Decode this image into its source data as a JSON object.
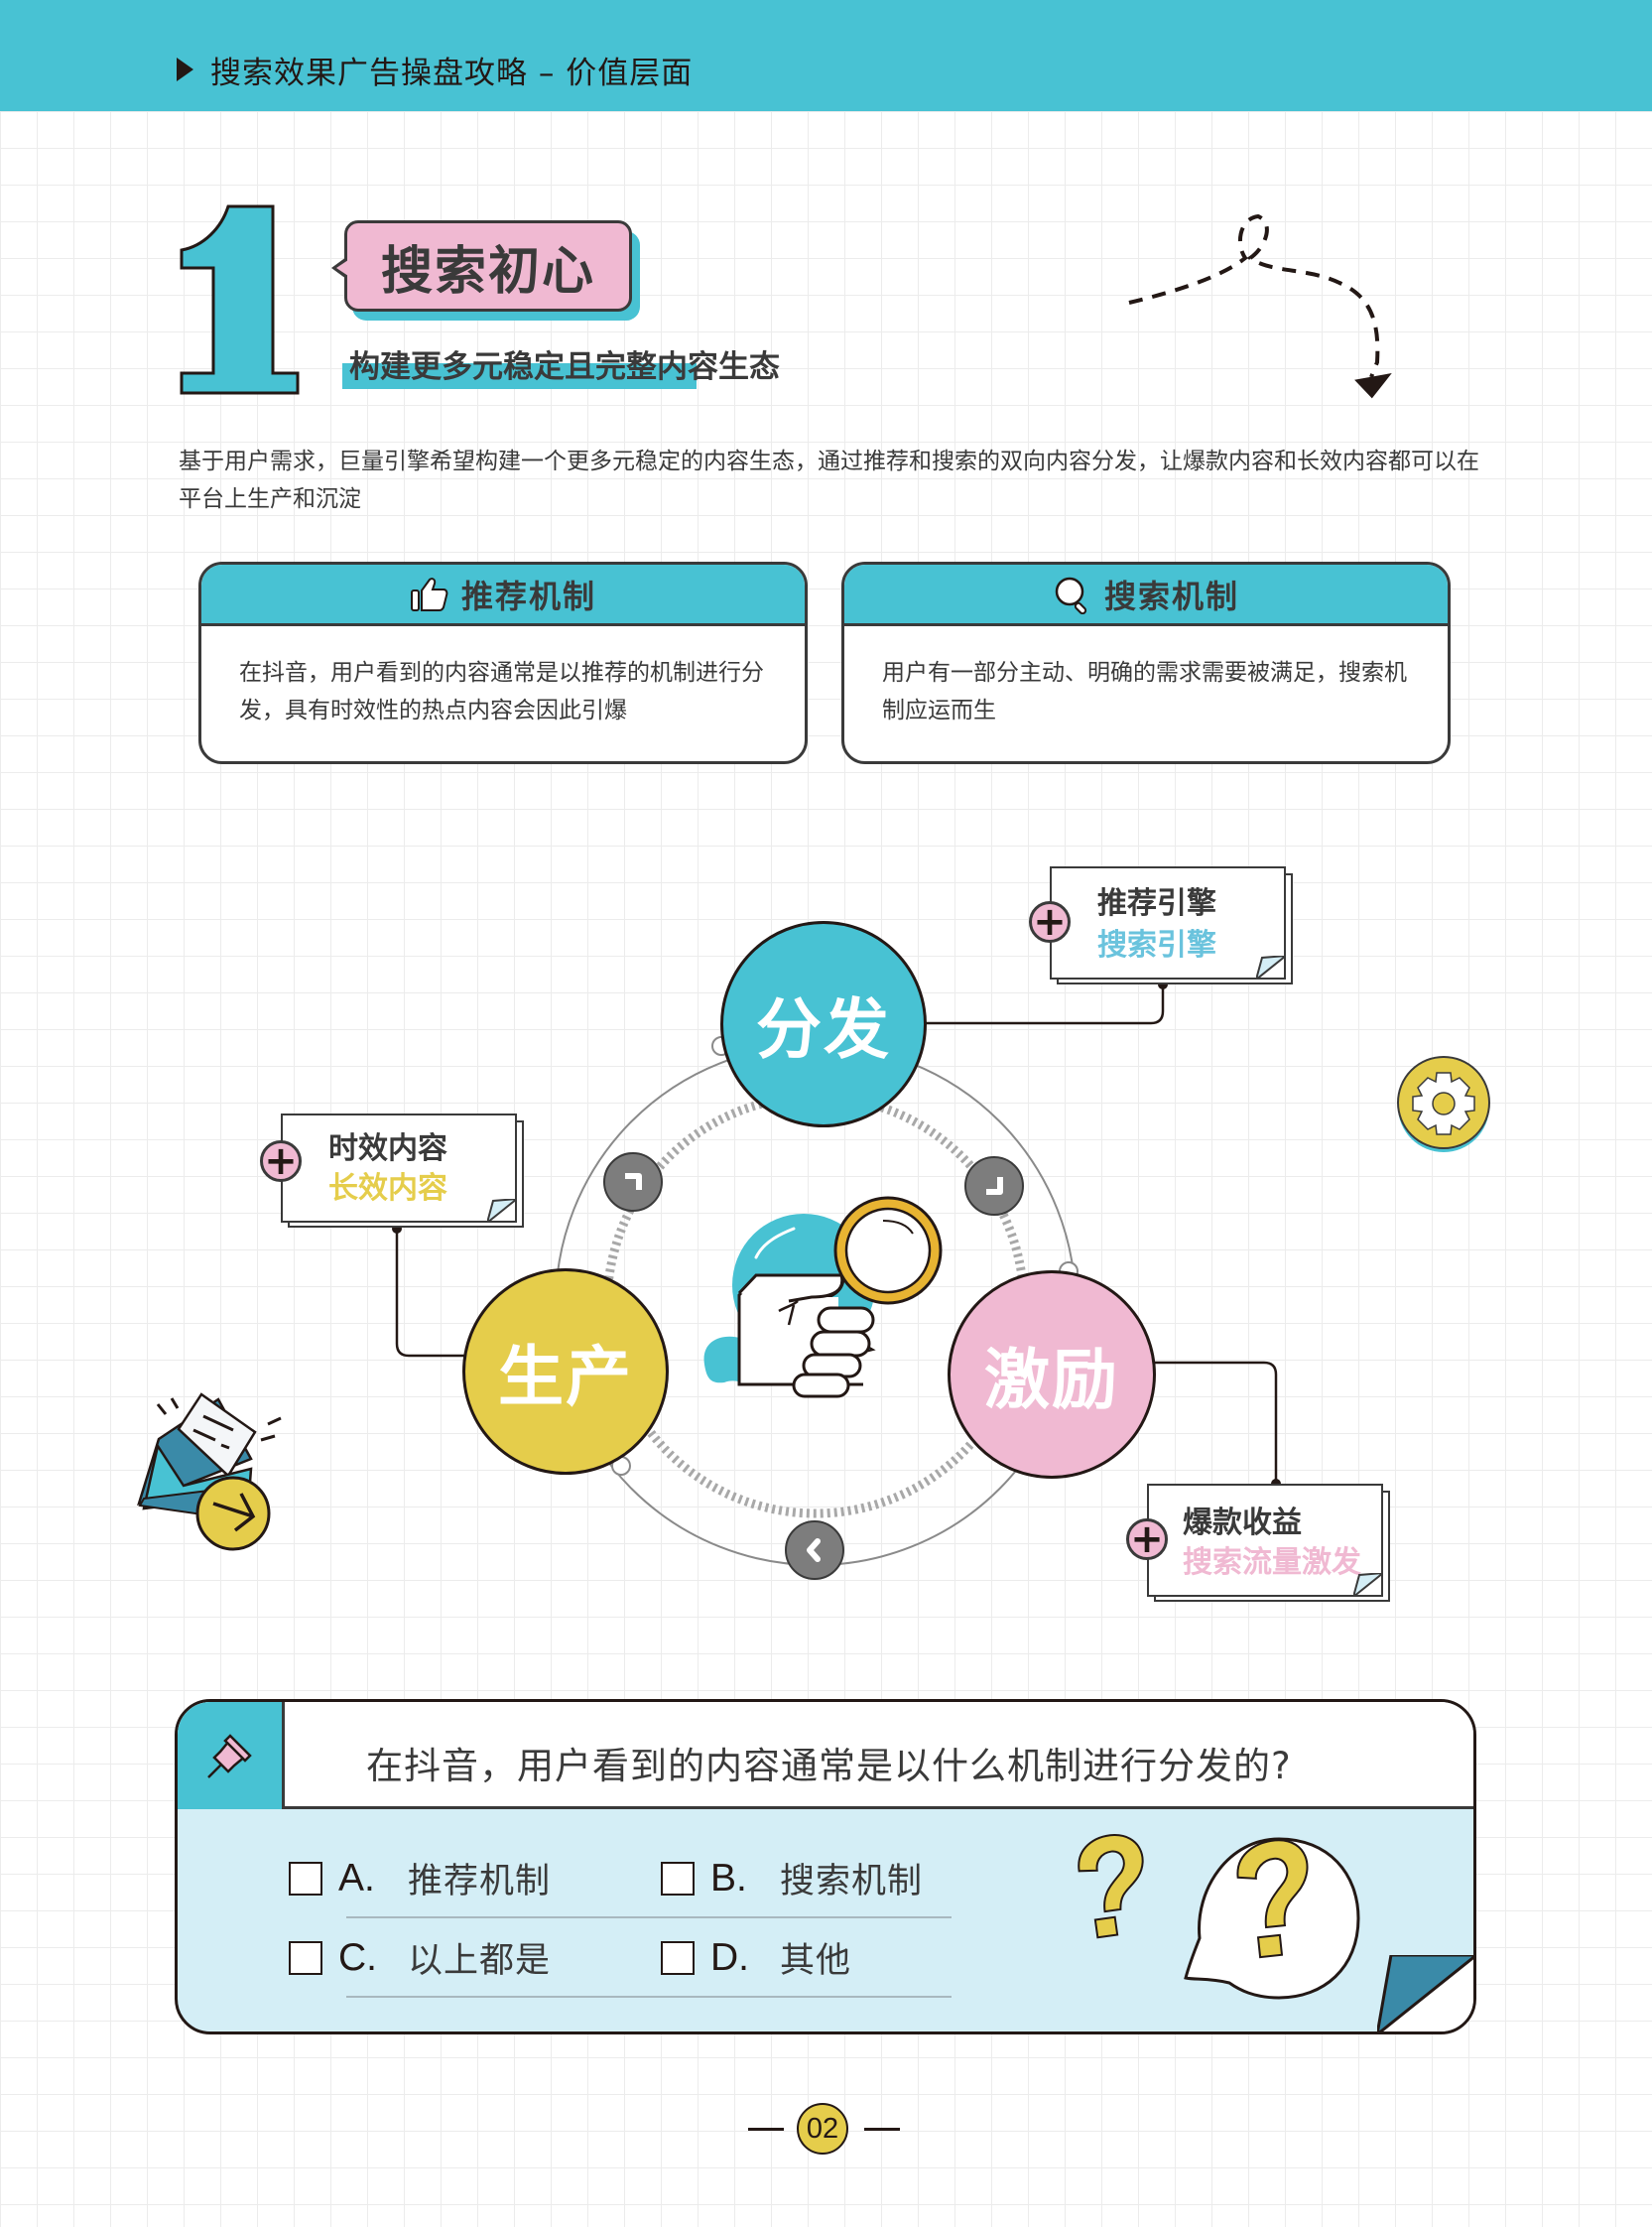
{
  "header": {
    "title": "搜索效果广告操盘攻略 – 价值层面",
    "bar_color": "#48c2d3"
  },
  "section": {
    "number": "1",
    "title": "搜索初心",
    "subtitle": "构建更多元稳定且完整内容生态"
  },
  "intro": {
    "text": "基于用户需求，巨量引擎希望构建一个更多元稳定的内容生态，通过推荐和搜索的双向内容分发，让爆款内容和长效内容都可以在平台上生产和沉淀"
  },
  "cards": [
    {
      "icon": "thumbs-up-icon",
      "title": "推荐机制",
      "body": "在抖音，用户看到的内容通常是以推荐的机制进行分发，具有时效性的热点内容会因此引爆"
    },
    {
      "icon": "search-icon",
      "title": "搜索机制",
      "body": "用户有一部分主动、明确的需求需要被满足，搜索机制应运而生"
    }
  ],
  "diagram": {
    "nodes": [
      {
        "id": "distribute",
        "label": "分发",
        "color": "#48c2d3"
      },
      {
        "id": "produce",
        "label": "生产",
        "color": "#e5cd4b"
      },
      {
        "id": "incentive",
        "label": "激励",
        "color": "#f0b9d2"
      }
    ],
    "notes": [
      {
        "id": "distribute-note",
        "line1": "推荐引擎",
        "line2": "搜索引擎",
        "line2_color": "#6ac3dd"
      },
      {
        "id": "produce-note",
        "line1": "时效内容",
        "line2": "长效内容",
        "line2_color": "#e5cd4b"
      },
      {
        "id": "incentive-note",
        "line1": "爆款收益",
        "line2": "搜索流量激发",
        "line2_color": "#f0b9d2"
      }
    ],
    "center_icon": "hand-magnifier-icon",
    "cycle_arrows": [
      "arrow-upper-left-icon",
      "arrow-upper-right-icon",
      "arrow-bottom-left-icon"
    ]
  },
  "quiz": {
    "question": "在抖音，用户看到的内容通常是以什么机制进行分发的?",
    "icon": "pushpin-icon",
    "options": [
      {
        "letter": "A.",
        "label": "推荐机制",
        "checked": false
      },
      {
        "letter": "B.",
        "label": "搜索机制",
        "checked": false
      },
      {
        "letter": "C.",
        "label": "以上都是",
        "checked": false
      },
      {
        "letter": "D.",
        "label": "其他",
        "checked": false
      }
    ]
  },
  "footer": {
    "page_number": "02"
  },
  "colors": {
    "teal": "#48c2d3",
    "pink": "#f0b9d2",
    "yellow": "#e5cd4b",
    "light_blue": "#d4eef6",
    "dark": "#3a3a3a"
  }
}
